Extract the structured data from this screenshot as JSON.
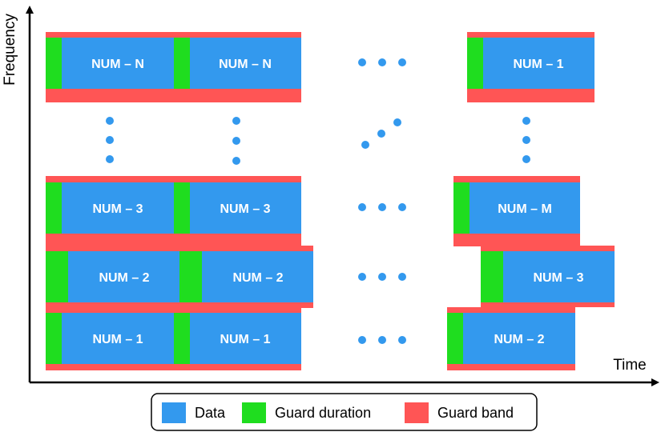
{
  "axes": {
    "x_label": "Time",
    "y_label": "Frequency"
  },
  "colors": {
    "data": "#3399ee",
    "guard_duration": "#1fdd1f",
    "guard_band": "#ff5555",
    "axis": "#000000",
    "dots": "#3399ee",
    "text": "#ffffff"
  },
  "rows": {
    "top": {
      "cells": [
        "NUM – N",
        "NUM – N",
        "NUM – 1"
      ]
    },
    "row3": {
      "cells": [
        "NUM – 3",
        "NUM – 3",
        "NUM – M"
      ]
    },
    "row2": {
      "cells": [
        "NUM – 2",
        "NUM – 2",
        "NUM – 3"
      ]
    },
    "row1": {
      "cells": [
        "NUM – 1",
        "NUM – 1",
        "NUM – 2"
      ]
    }
  },
  "legend": {
    "items": [
      {
        "label": "Data",
        "color": "#3399ee"
      },
      {
        "label": "Guard duration",
        "color": "#1fdd1f"
      },
      {
        "label": "Guard band",
        "color": "#ff5555"
      }
    ]
  }
}
